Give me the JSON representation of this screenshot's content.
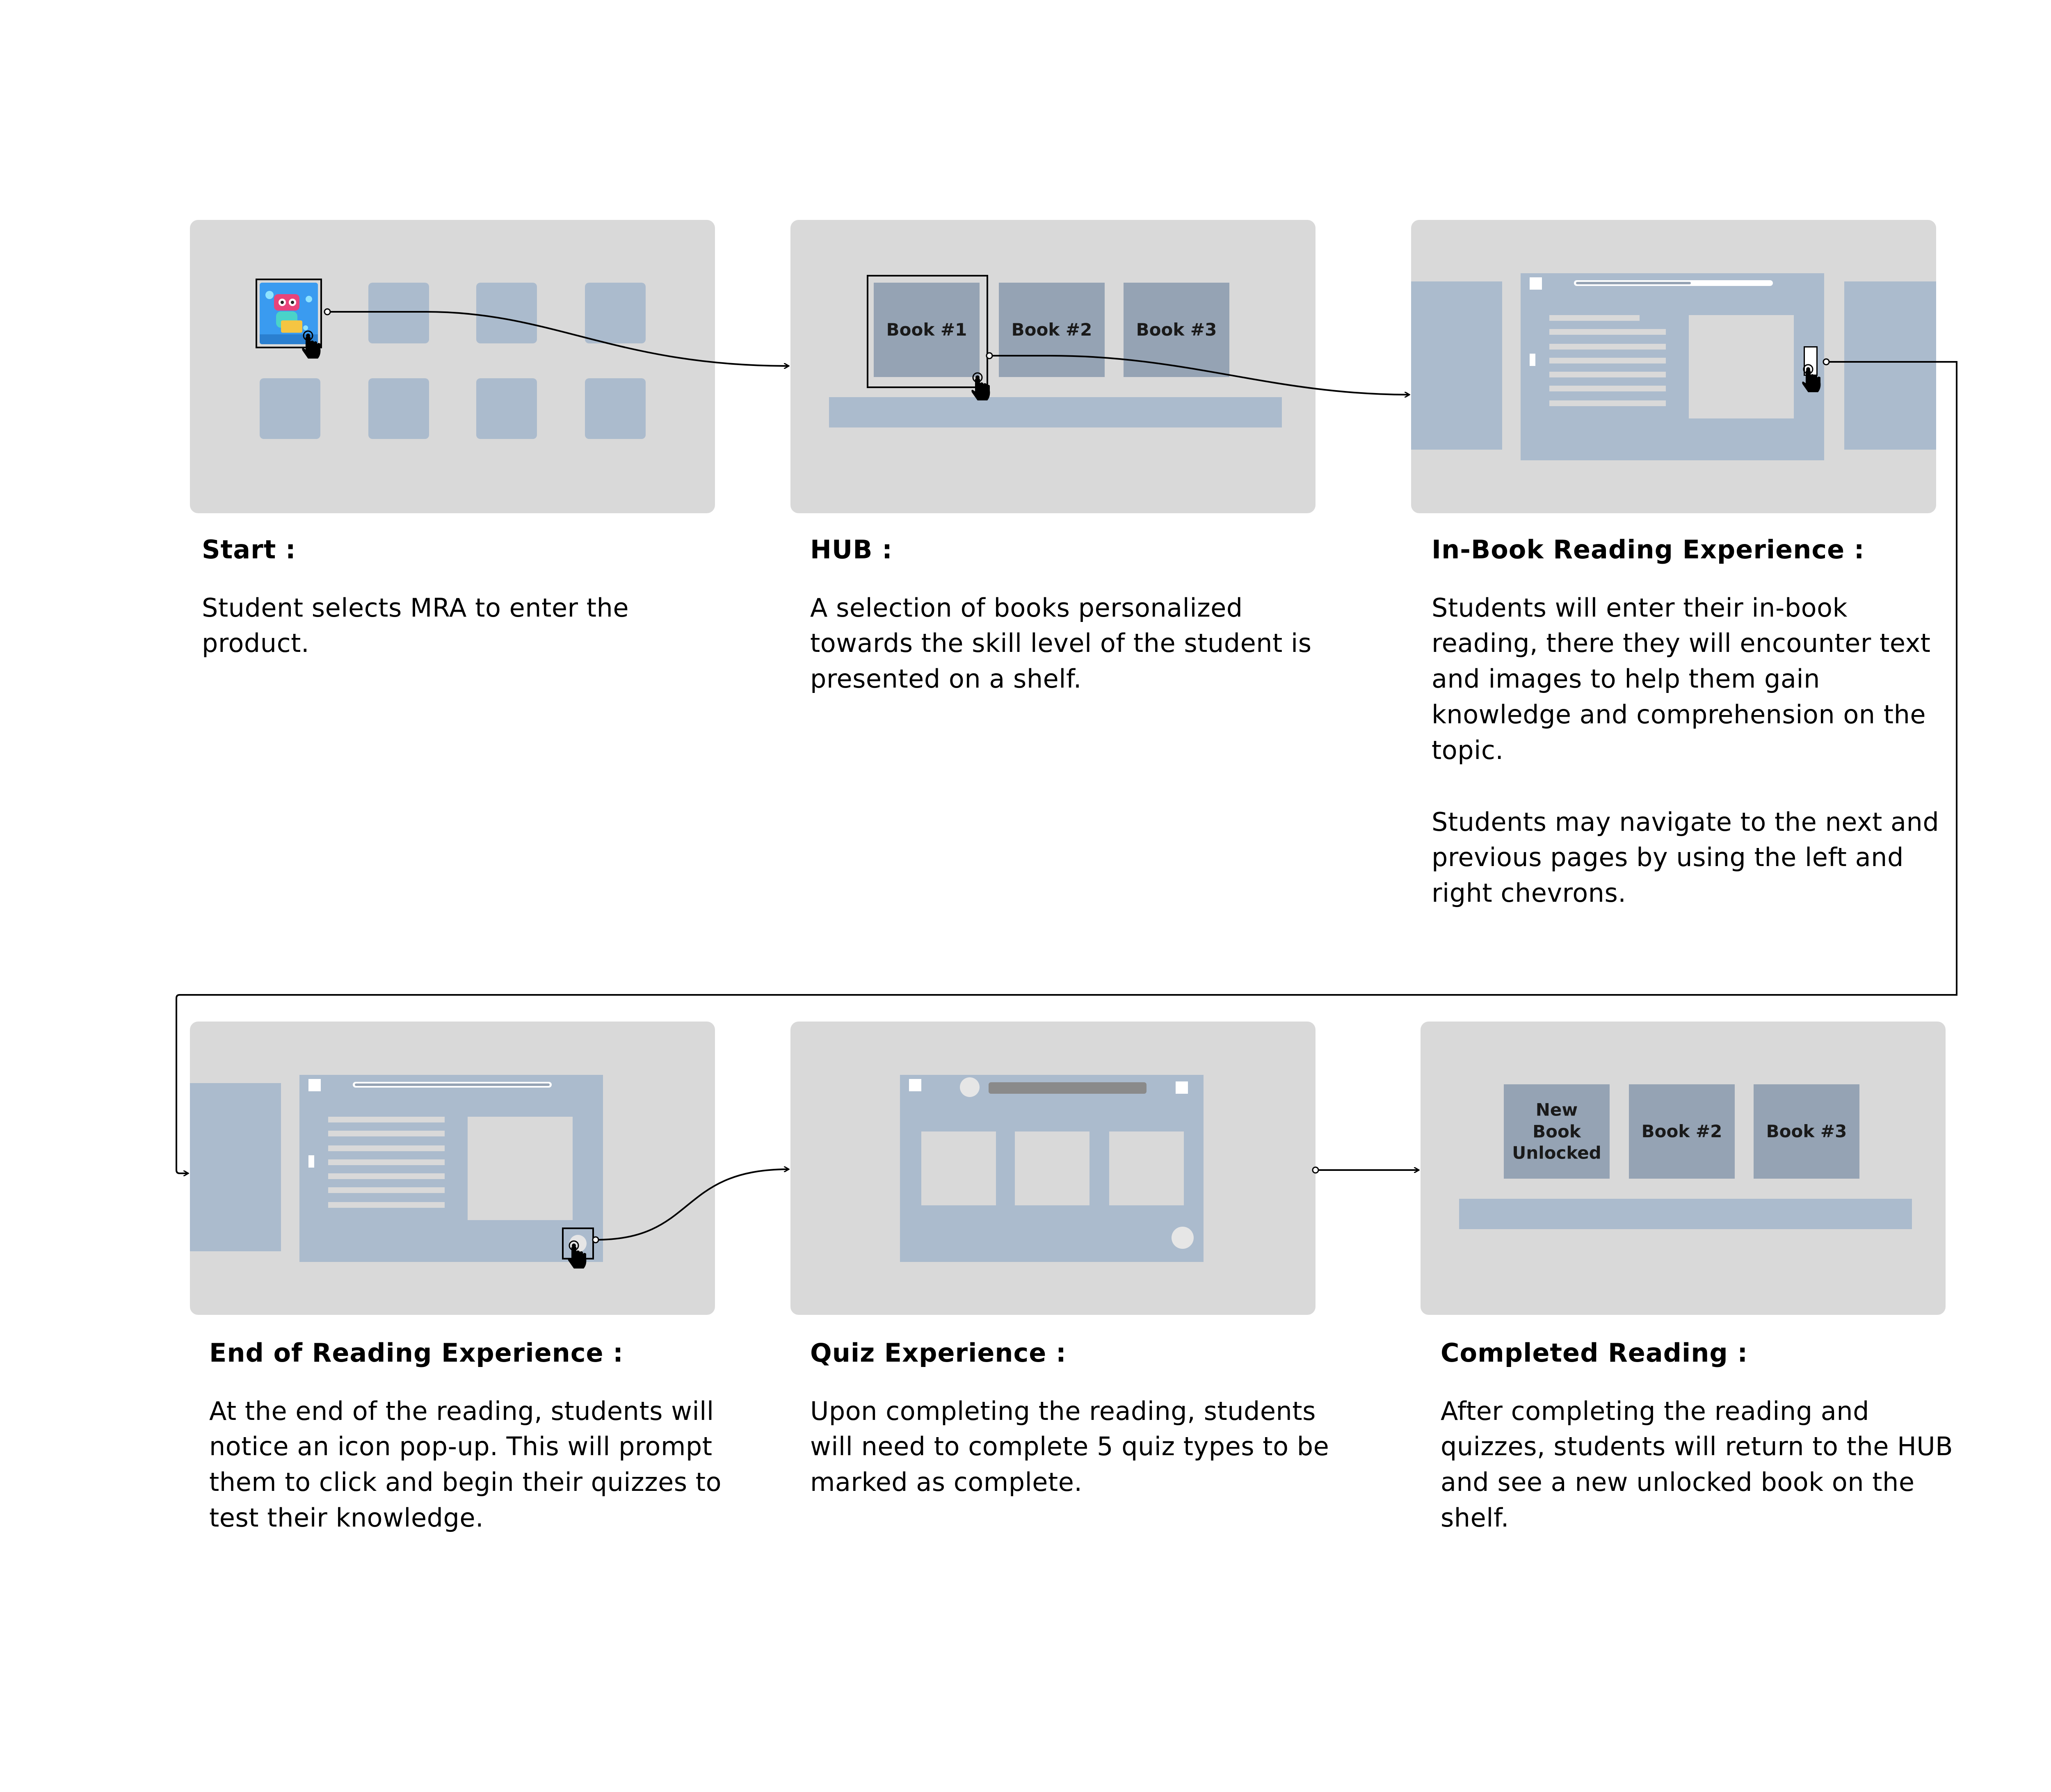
{
  "steps": [
    {
      "title": "Start :",
      "body": "Student selects MRA to enter the product."
    },
    {
      "title": "HUB :",
      "body": "A selection of books personalized towards the skill level of the student is presented on a shelf."
    },
    {
      "title": "In-Book Reading Experience :",
      "body": "Students will enter their in-book reading, there they will encounter text and images to help them gain knowledge and comprehension on the topic.",
      "body2": "Students may navigate to the next and previous pages by using the left and right chevrons."
    },
    {
      "title": "End of Reading Experience :",
      "body": "At the end of the reading, students will notice an icon pop-up. This will prompt them to click and begin their quizzes to test their knowledge."
    },
    {
      "title": "Quiz Experience :",
      "body": "Upon completing the reading, students will need to complete 5 quiz types to be marked as complete."
    },
    {
      "title": "Completed Reading :",
      "body": "After completing the reading and quizzes, students will return to the HUB and see a new unlocked book on the shelf."
    }
  ],
  "hub_books": [
    "Book #1",
    "Book #2",
    "Book #3"
  ],
  "completed_books": [
    "New Book Unlocked",
    "Book #2",
    "Book #3"
  ],
  "colors": {
    "panel": "#d9d9d9",
    "block": "#abbbcd",
    "book": "#95a3b4",
    "connector": "#000000"
  },
  "icons": {
    "app": "mra-app-icon",
    "pointer": "hand-pointer-icon",
    "arrow": "arrowhead-icon"
  }
}
